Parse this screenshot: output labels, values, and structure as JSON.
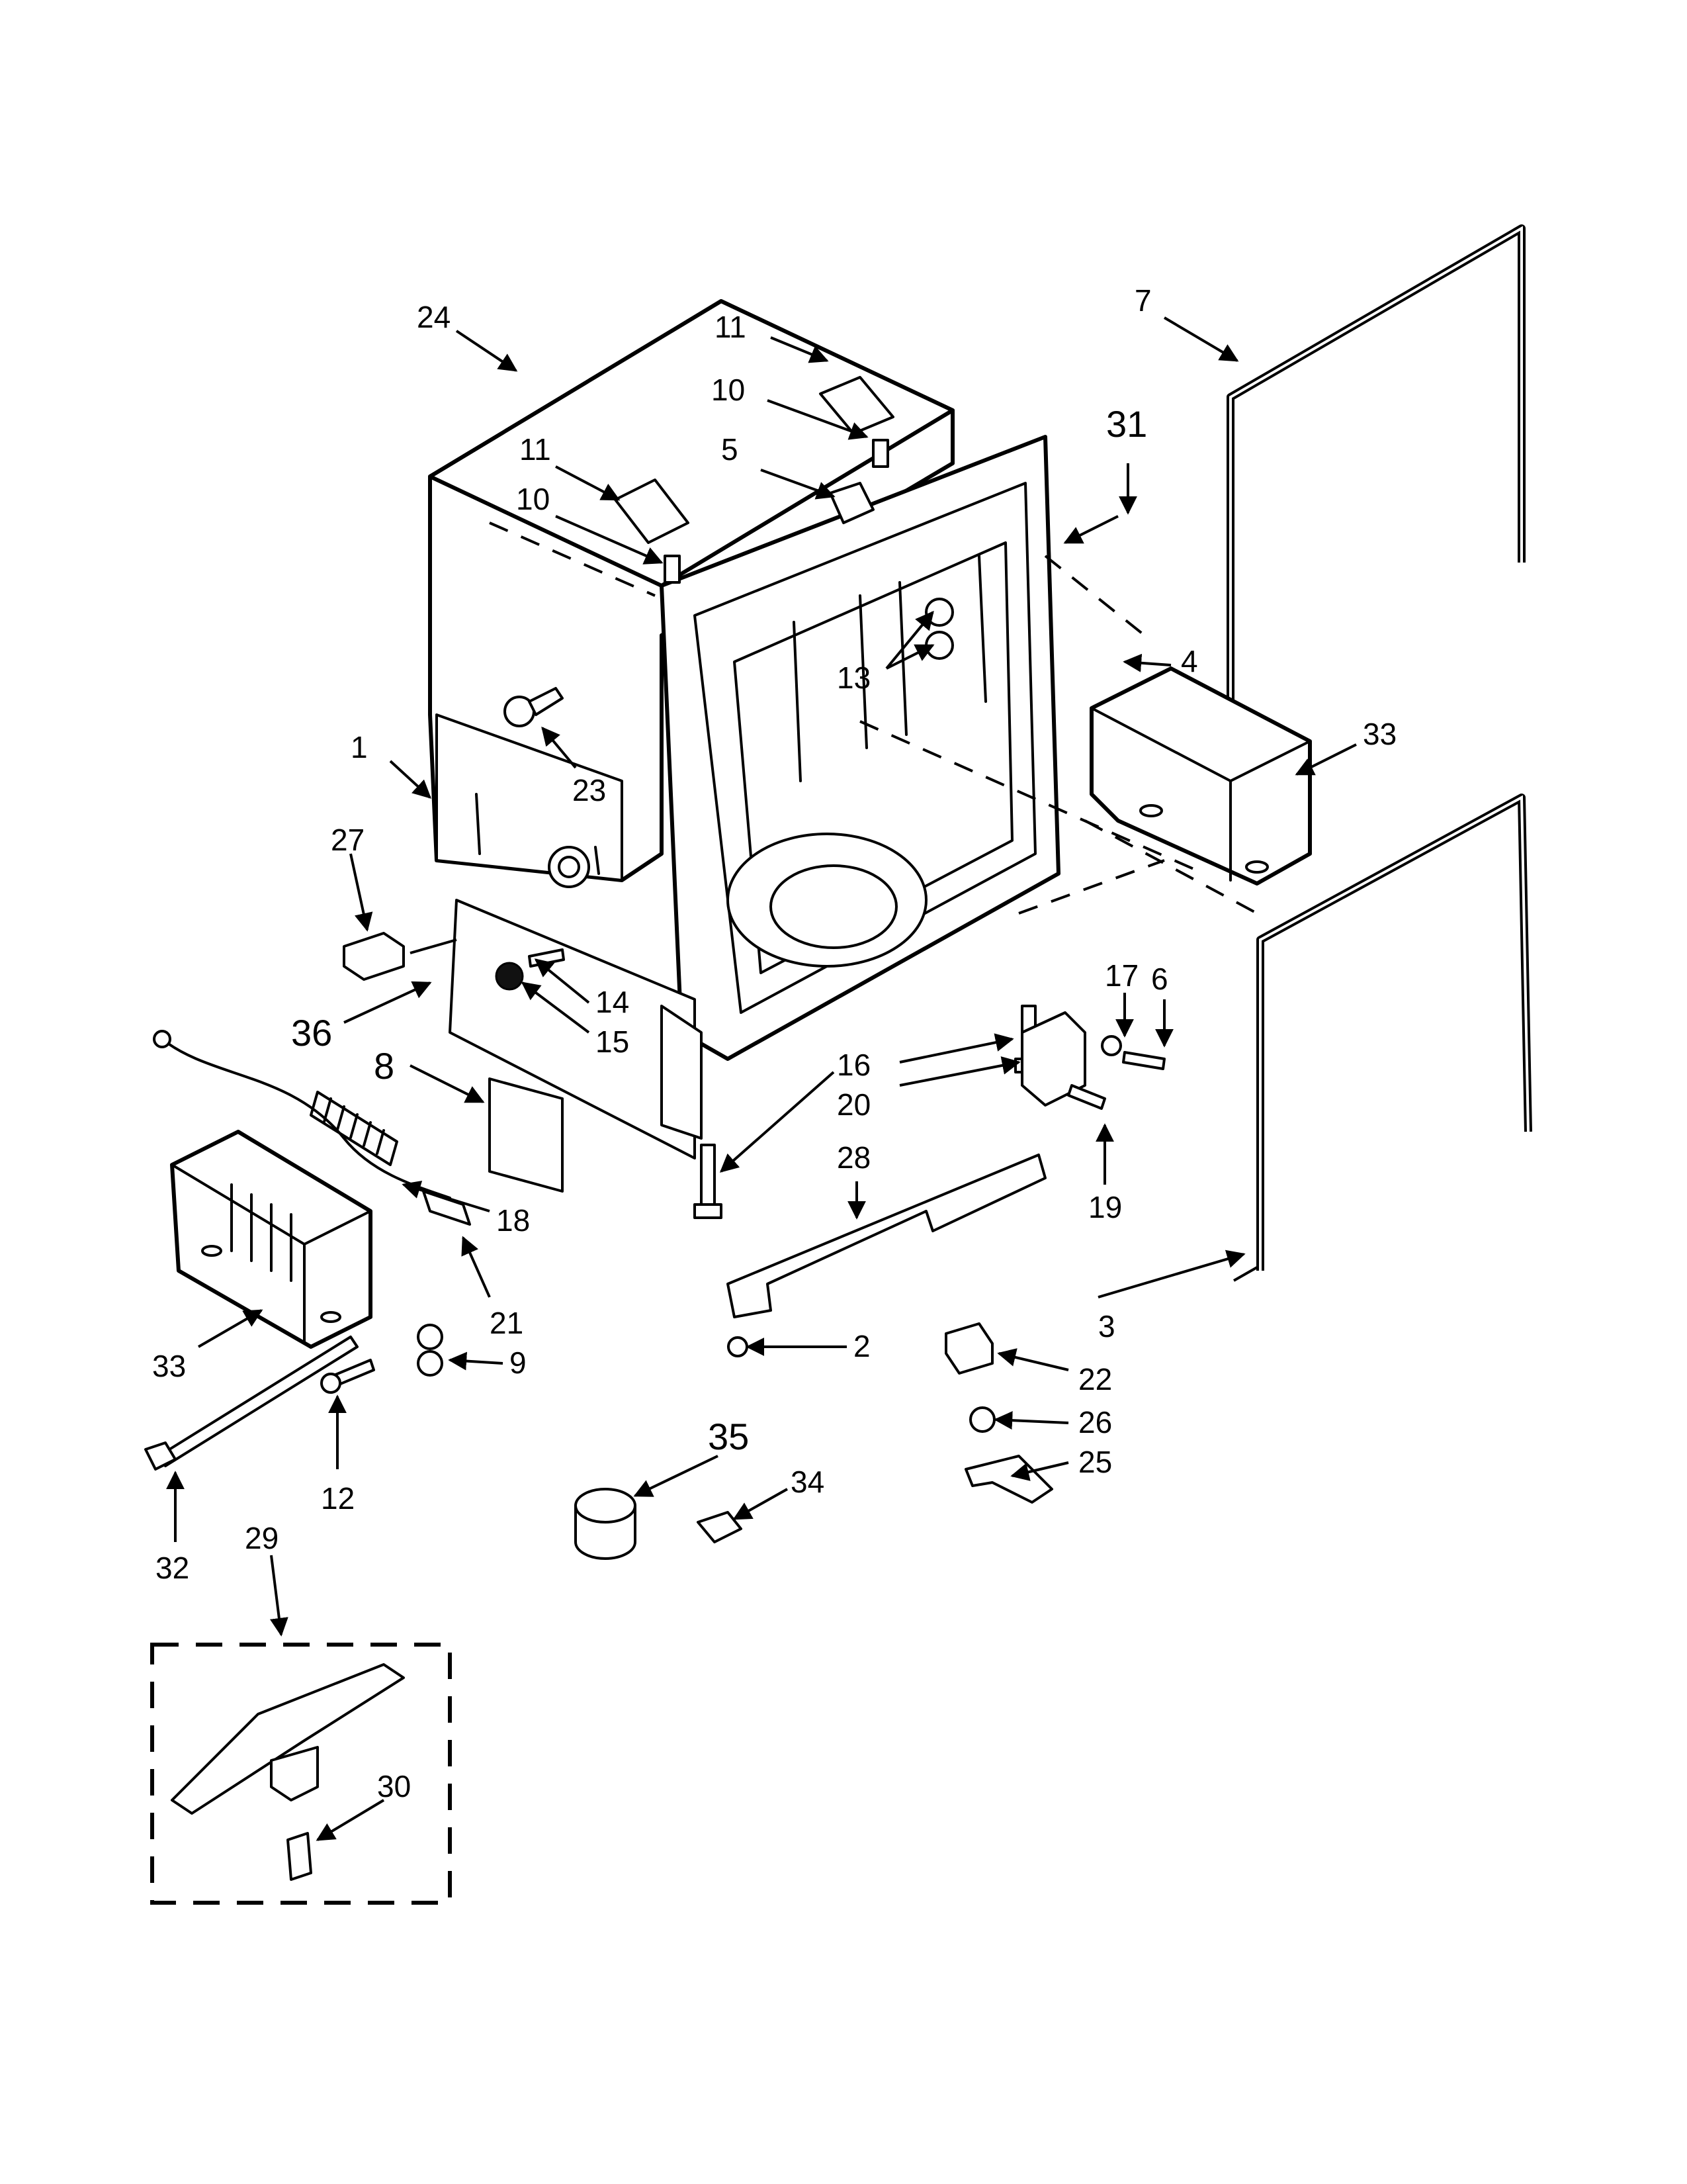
{
  "callouts": {
    "c1": "1",
    "c2": "2",
    "c3": "3",
    "c4": "4",
    "c5": "5",
    "c6": "6",
    "c7": "7",
    "c8": "8",
    "c9": "9",
    "c10a": "10",
    "c10b": "10",
    "c11a": "11",
    "c11b": "11",
    "c12": "12",
    "c13": "13",
    "c14": "14",
    "c15": "15",
    "c16": "16",
    "c17": "17",
    "c18": "18",
    "c19": "19",
    "c20": "20",
    "c21": "21",
    "c22": "22",
    "c23": "23",
    "c24": "24",
    "c25": "25",
    "c26": "26",
    "c27": "27",
    "c28": "28",
    "c29": "29",
    "c30": "30",
    "c31": "31",
    "c32": "32",
    "c33a": "33",
    "c33b": "33",
    "c34": "34",
    "c35": "35",
    "c36": "36"
  }
}
